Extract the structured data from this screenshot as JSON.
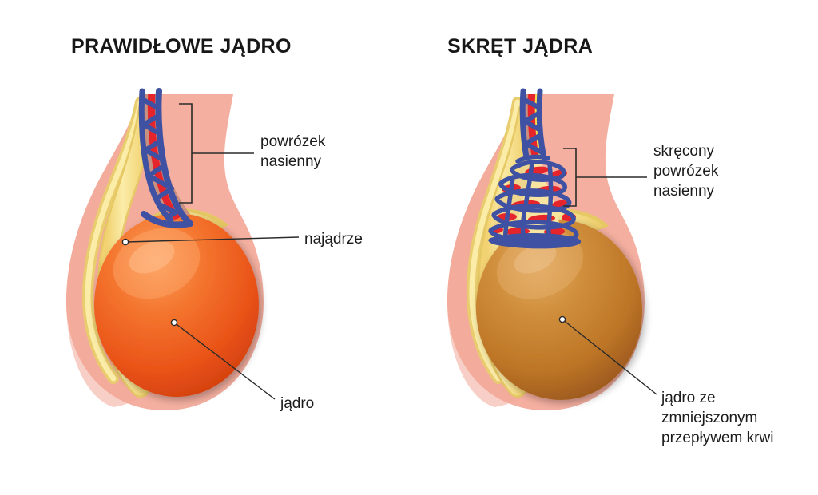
{
  "figure": {
    "kind": "medical-anatomy-diagram",
    "background": "#ffffff",
    "text_color": "#1b1b1b"
  },
  "panels": [
    {
      "id": "normal",
      "title": "PRAWIDŁOWE JĄDRO",
      "labels": [
        {
          "id": "cord",
          "text": "powrózek\nnasienny",
          "connector": "bracket"
        },
        {
          "id": "epididymis",
          "text": "najądrze",
          "connector": "leader-dot"
        },
        {
          "id": "testicle",
          "text": "jądro",
          "connector": "leader-dot"
        }
      ]
    },
    {
      "id": "torsion",
      "title": "SKRĘT JĄDRA",
      "labels": [
        {
          "id": "cord",
          "text": "skręcony\npowrózek\nnasienny",
          "connector": "bracket"
        },
        {
          "id": "testicle",
          "text": "jądro ze\nzmniejszonym\nprzepływem krwi",
          "connector": "leader-dot"
        }
      ]
    }
  ],
  "colors": {
    "scrotum_fill": "#f4afa0",
    "scrotum_edge": "#efa08f",
    "testicle_normal_light": "#f88b46",
    "testicle_normal": "#ed5a20",
    "testicle_normal_dark": "#cf3f11",
    "testicle_torsion_light": "#d99447",
    "testicle_torsion": "#c97a2c",
    "testicle_torsion_dark": "#9a5a22",
    "epididymis_light": "#fbeaa5",
    "epididymis": "#f7dd83",
    "epididymis_edge": "#e9c96a",
    "vein_blue": "#3e51a3",
    "artery_red": "#e5252b",
    "vas_yellow": "#f6dc4e",
    "cord_tan": "#c79080",
    "leader_line": "#2b2b2b",
    "bracket_line": "#2b2b2b"
  }
}
